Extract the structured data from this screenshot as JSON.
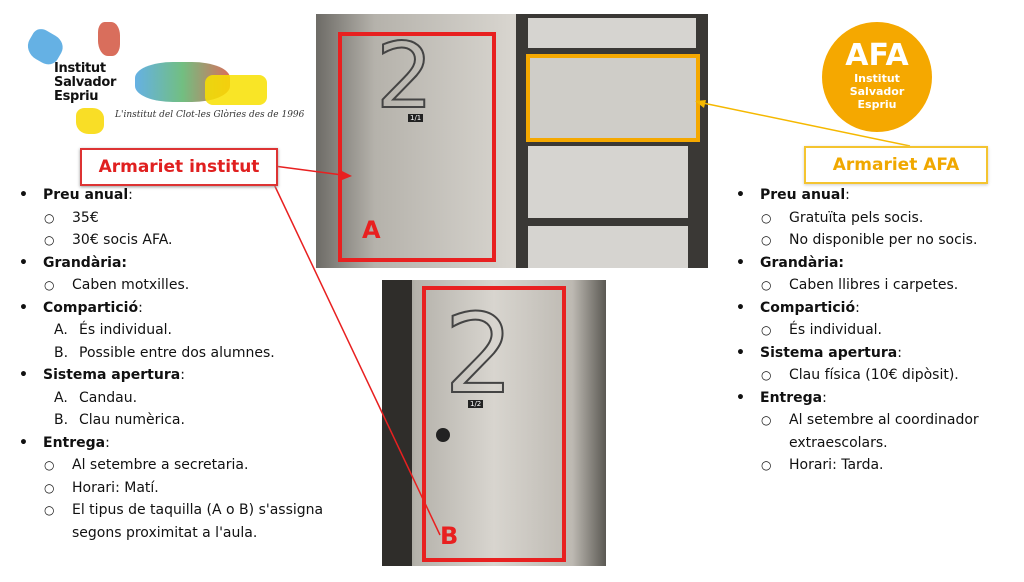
{
  "logo": {
    "name_lines": [
      "Institut",
      "Salvador",
      "Espriu"
    ],
    "tagline": "L'institut del Clot-les Glòries des de 1996"
  },
  "afa_logo": {
    "title": "AFA",
    "lines": [
      "Institut",
      "Salvador",
      "Espriu"
    ]
  },
  "labels": {
    "institut": "Armariet institut",
    "afa": "Armariet AFA"
  },
  "photos": {
    "door_a_letter": "A",
    "door_b_letter": "B",
    "door_a_number": "2",
    "door_b_number": "2",
    "door_a_tag": "1/1",
    "door_b_tag": "1/2"
  },
  "colors": {
    "red": "#e82020",
    "yellow": "#f5a800"
  },
  "left": {
    "preu": "Preu anual",
    "preu_items": [
      "35€",
      "30€ socis AFA."
    ],
    "grand": "Grandària:",
    "grand_items": [
      "Caben motxilles."
    ],
    "comp": "Compartició",
    "comp_items": [
      "És individual.",
      "Possible entre dos alumnes."
    ],
    "sist": "Sistema apertura",
    "sist_items": [
      "Candau.",
      "Clau numèrica."
    ],
    "entr": "Entrega",
    "entr_items": [
      "Al setembre a secretaria.",
      "Horari: Matí.",
      "El tipus de taquilla (A o B) s'assigna",
      "segons proximitat a l'aula."
    ]
  },
  "right": {
    "preu": "Preu anual",
    "preu_items": [
      "Gratuïta pels socis.",
      "No disponible per no socis."
    ],
    "grand": "Grandària:",
    "grand_items": [
      "Caben llibres i carpetes."
    ],
    "comp": "Compartició",
    "comp_items": [
      "És individual."
    ],
    "sist": "Sistema apertura",
    "sist_items": [
      "Clau física (10€ dipòsit)."
    ],
    "entr": "Entrega",
    "entr_items": [
      "Al setembre al coordinador",
      "extraescolars.",
      "Horari: Tarda."
    ]
  }
}
